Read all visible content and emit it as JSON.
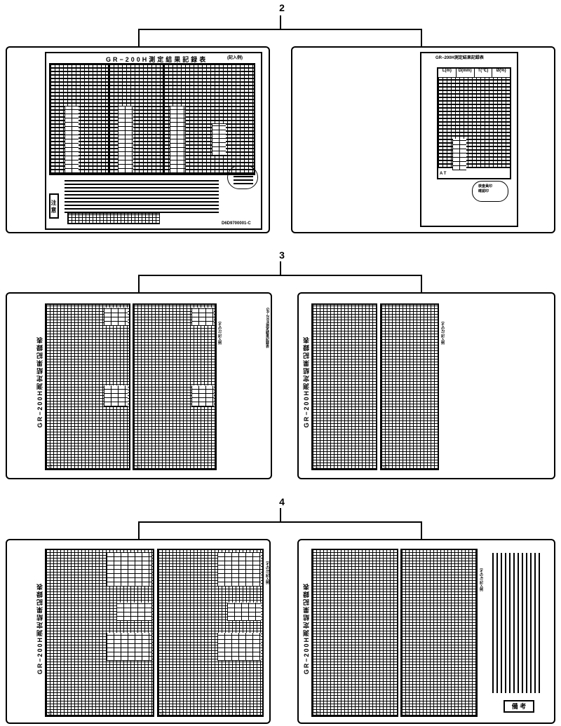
{
  "groups": [
    {
      "label": "2"
    },
    {
      "label": "3"
    },
    {
      "label": "4"
    }
  ],
  "sheet_2a": {
    "title": "GR−200H測定結果記録表",
    "title_right": "(記入例)",
    "caution_label": "注 意",
    "footer_code": "D6D9700001-C"
  },
  "sheet_2b": {
    "title": "GR−200H測定結果記録表",
    "header_cells": [
      "L(m)",
      "D(mm)",
      "T(℃)",
      "Ø(%)"
    ],
    "total_label": "A T",
    "stamp_lines": [
      "検査員印",
      "確認印"
    ]
  },
  "sheet_3a": {
    "vertical_title": "GR−200H測定結果記録表",
    "side_note": "(その1) 記入例"
  },
  "sheet_3b": {
    "vertical_title": "GR−200H測定結果記録表",
    "side_note": "(その2) 記入例"
  },
  "sheet_4a": {
    "vertical_title": "GR−200H測定結果記録表",
    "side_note": "(その3) 記入例"
  },
  "sheet_4b": {
    "vertical_title": "GR−200H測定結果記録表",
    "side_note": "(その4) 記入例",
    "boxed_label": "備 考"
  },
  "arrow_tab": "◁"
}
